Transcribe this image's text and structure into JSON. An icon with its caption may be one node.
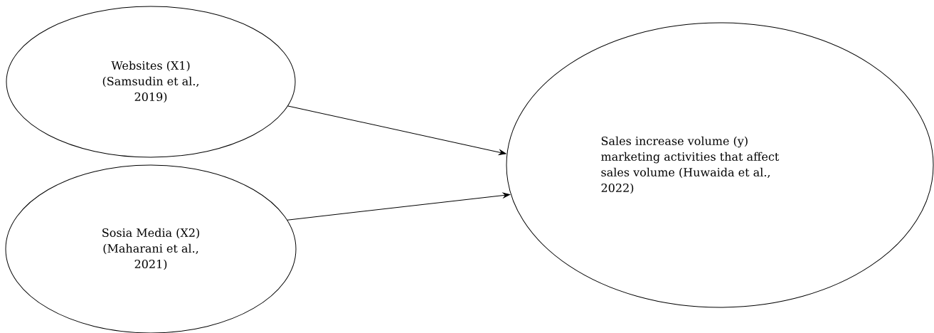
{
  "diagram": {
    "nodes": [
      {
        "text": [
          "Websites (X1) (Samsudin et al., 2019)"
        ]
      },
      {
        "text": [
          "Sosia Media (X2) (Maharani et al., 2021)"
        ]
      },
      {
        "text": [
          "Sales increase volume (y) marketing activities that affect sales volume (Huwaida et al., 2022)"
        ]
      }
    ],
    "edges": [
      {
        "from": 0,
        "to": 2,
        "arrow": "to"
      },
      {
        "from": 1,
        "to": 2,
        "arrow": "to"
      }
    ]
  }
}
